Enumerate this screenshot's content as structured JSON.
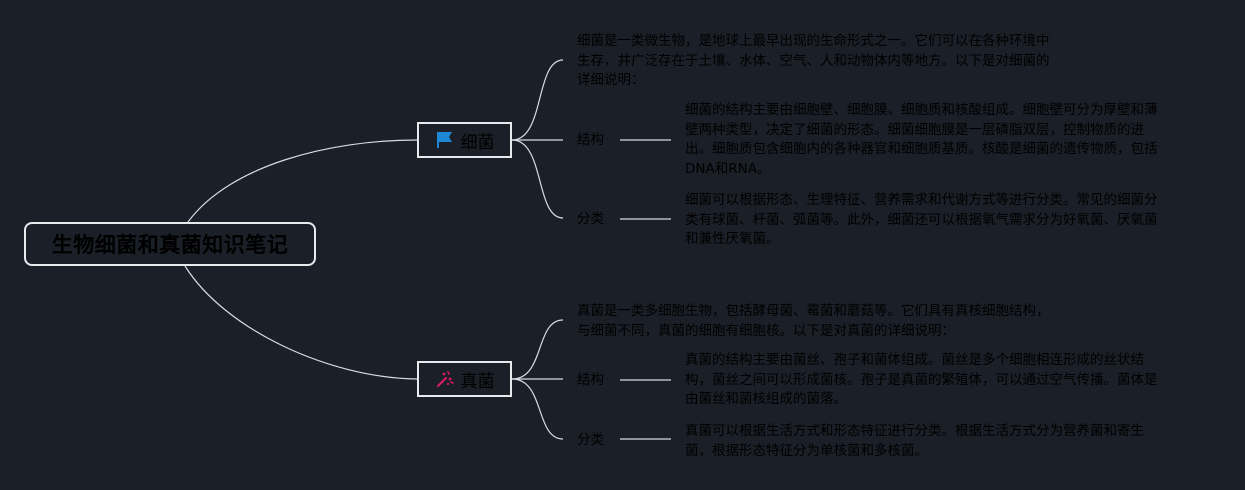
{
  "root": {
    "title": "生物细菌和真菌知识笔记"
  },
  "branches": [
    {
      "title": "细菌",
      "icon": "flag-icon",
      "icon_color": "#1e88d4",
      "intro_lines": [
        "细菌是一类微生物，是地球上最早出现的生命形式之一。它们可以在各种环境中",
        "生存，并广泛存在于土壤、水体、空气、人和动物体内等地方。以下是对细菌的",
        "详细说明："
      ],
      "children": [
        {
          "label": "结构",
          "lines": [
            "细菌的结构主要由细胞壁、细胞膜、细胞质和核酸组成。细胞壁可分为厚壁和薄",
            "壁两种类型，决定了细菌的形态。细菌细胞膜是一层磷脂双层，控制物质的进",
            "出。细胞质包含细胞内的各种器官和细胞质基质。核酸是细菌的遗传物质，包括",
            "DNA和RNA。"
          ]
        },
        {
          "label": "分类",
          "lines": [
            "细菌可以根据形态、生理特征、营养需求和代谢方式等进行分类。常见的细菌分",
            "类有球菌、杆菌、弧菌等。此外，细菌还可以根据氧气需求分为好氧菌、厌氧菌",
            "和兼性厌氧菌。"
          ]
        }
      ]
    },
    {
      "title": "真菌",
      "icon": "party-popper-icon",
      "icon_color": "#d81b60",
      "intro_lines": [
        "真菌是一类多细胞生物，包括酵母菌、霉菌和蘑菇等。它们具有真核细胞结构，",
        "与细菌不同，真菌的细胞有细胞核。以下是对真菌的详细说明："
      ],
      "children": [
        {
          "label": "结构",
          "lines": [
            "真菌的结构主要由菌丝、孢子和菌体组成。菌丝是多个细胞相连形成的丝状结",
            "构，菌丝之间可以形成菌核。孢子是真菌的繁殖体，可以通过空气传播。菌体是",
            "由菌丝和菌核组成的菌落。"
          ]
        },
        {
          "label": "分类",
          "lines": [
            "真菌可以根据生活方式和形态特征进行分类。根据生活方式分为营养菌和寄生",
            "菌，根据形态特征分为单核菌和多核菌。"
          ]
        }
      ]
    }
  ]
}
